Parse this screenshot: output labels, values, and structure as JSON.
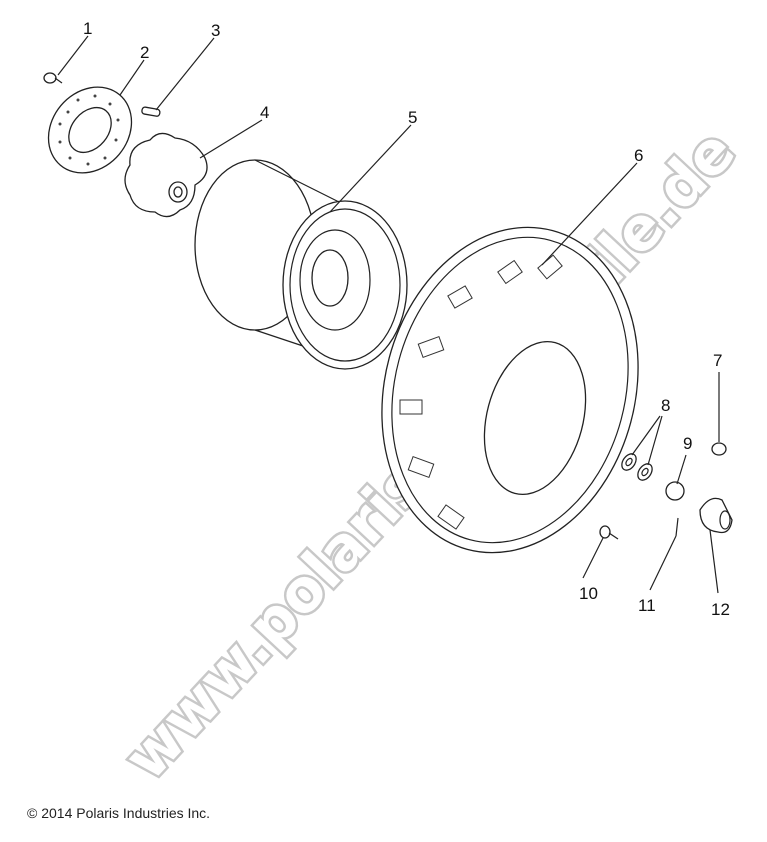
{
  "callouts": [
    "1",
    "2",
    "3",
    "4",
    "5",
    "6",
    "7",
    "8",
    "9",
    "10",
    "11",
    "12"
  ],
  "copyright": "© 2014 Polaris Industries Inc.",
  "watermark": "www.polarisersatzteile.de"
}
